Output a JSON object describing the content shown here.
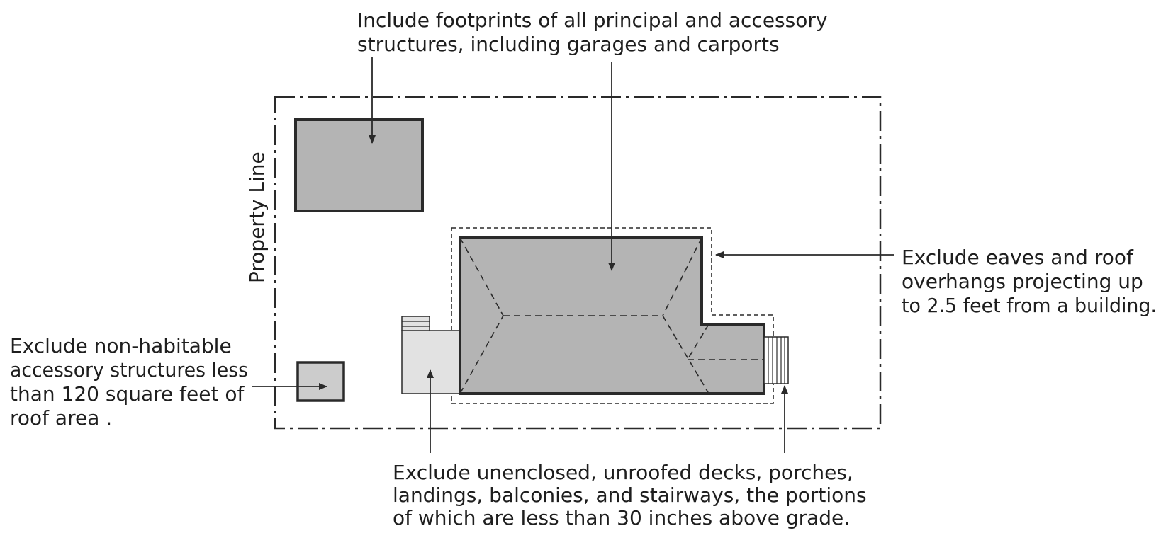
{
  "property_line_label": "Property Line",
  "annotations": {
    "include_footprints": [
      "Include footprints of all principal and accessory",
      "structures, including garages and carports"
    ],
    "exclude_eaves": [
      "Exclude eaves and roof",
      "overhangs projecting up",
      "to 2.5 feet from a building."
    ],
    "exclude_small_structures": [
      "Exclude non-habitable",
      "accessory structures less",
      "than 120 square feet of",
      "roof area ."
    ],
    "exclude_decks": [
      "Exclude unenclosed, unroofed decks, porches,",
      "landings, balconies, and stairways, the portions",
      "of which are less than 30 inches above grade."
    ]
  },
  "colors": {
    "structure_fill": "#b4b4b4",
    "small_structure_fill": "#cccccc",
    "deck_fill": "#e2e2e2",
    "line": "#2a2a2a"
  }
}
